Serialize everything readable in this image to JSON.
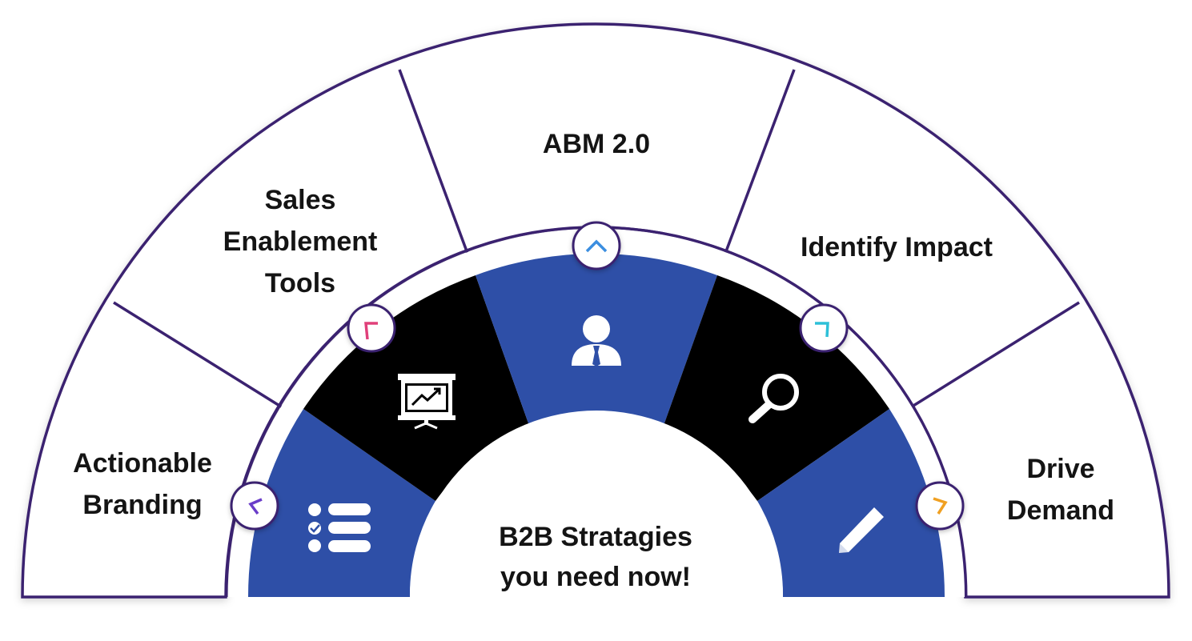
{
  "center": {
    "line1": "B2B Stratagies",
    "line2": "you need now!"
  },
  "segments": [
    {
      "id": "actionable-branding",
      "label_lines": [
        "Actionable",
        "Branding"
      ],
      "icon": "checklist-icon",
      "inner_color": "#2e4fa7",
      "chevron_color": "#6b3cc9"
    },
    {
      "id": "sales-enablement-tools",
      "label_lines": [
        "Sales",
        "Enablement",
        "Tools"
      ],
      "icon": "presentation-chart-icon",
      "inner_color": "#000000",
      "chevron_color": "#e0407a"
    },
    {
      "id": "abm",
      "label_lines": [
        "ABM 2.0"
      ],
      "icon": "businessman-icon",
      "inner_color": "#2e4fa7",
      "chevron_color": "#3a8ee0"
    },
    {
      "id": "identify-impact",
      "label_lines": [
        "Identify Impact"
      ],
      "icon": "magnifier-icon",
      "inner_color": "#000000",
      "chevron_color": "#2ec0d8"
    },
    {
      "id": "drive-demand",
      "label_lines": [
        "Drive",
        "Demand"
      ],
      "icon": "pencil-icon",
      "inner_color": "#2e4fa7",
      "chevron_color": "#f0a020"
    }
  ],
  "colors": {
    "outline": "#3b2270",
    "ring_blue": "#2e4fa7",
    "ring_black": "#000000",
    "text": "#141414"
  }
}
